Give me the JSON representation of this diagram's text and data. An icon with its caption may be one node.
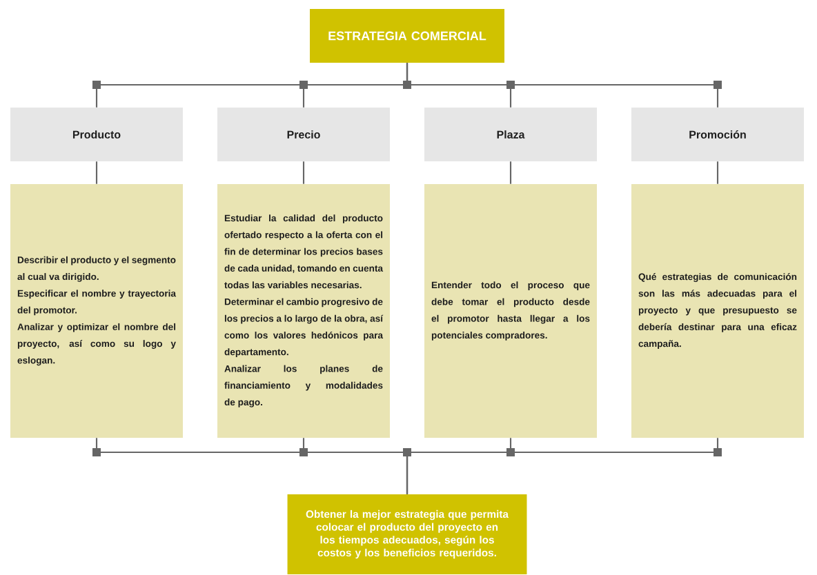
{
  "diagram": {
    "nodes": [
      {
        "text": [
          "ESTRATEGIA COMERCIAL"
        ]
      },
      {
        "text": [
          "Producto"
        ]
      },
      {
        "text": [
          "Precio"
        ]
      },
      {
        "text": [
          "Plaza"
        ]
      },
      {
        "text": [
          "Promoción"
        ]
      },
      {
        "text": [
          "Describir el producto y el segmento al cual va dirigido.",
          "Especificar el nombre y trayectoria del promotor.",
          "Analizar y optimizar el nombre del proyecto, así como su logo y eslogan."
        ]
      },
      {
        "text": [
          "Estudiar la calidad del producto ofertado respecto a la oferta con el fin de determinar los precios bases de cada unidad, tomando en cuenta todas las variables necesarias.",
          "Determinar el cambio progresivo de los precios a lo largo de la obra, así como los valores hedónicos para departamento.",
          "Analizar los planes de financiamiento y modalidades de pago."
        ]
      },
      {
        "text": [
          "Entender todo el proceso que debe tomar el producto desde el promotor hasta llegar a los potenciales compradores."
        ]
      },
      {
        "text": [
          "Qué estrategias de comunicación son las más adecuadas para el proyecto y que presupuesto se debería destinar para una eficaz campaña."
        ]
      },
      {
        "text": [
          "Obtener la mejor estrategia que permita colocar el producto del proyecto en los tiempos adecuados, según los costos y los beneficios requeridos."
        ]
      }
    ],
    "edges": [
      {
        "from": 0,
        "to": 1,
        "arrow": "none"
      },
      {
        "from": 0,
        "to": 2,
        "arrow": "none"
      },
      {
        "from": 0,
        "to": 3,
        "arrow": "none"
      },
      {
        "from": 0,
        "to": 4,
        "arrow": "none"
      },
      {
        "from": 1,
        "to": 5,
        "arrow": "none"
      },
      {
        "from": 2,
        "to": 6,
        "arrow": "none"
      },
      {
        "from": 3,
        "to": 7,
        "arrow": "none"
      },
      {
        "from": 4,
        "to": 8,
        "arrow": "none"
      },
      {
        "from": 5,
        "to": 9,
        "arrow": "none"
      },
      {
        "from": 6,
        "to": 9,
        "arrow": "none"
      },
      {
        "from": 7,
        "to": 9,
        "arrow": "none"
      },
      {
        "from": 8,
        "to": 9,
        "arrow": "none"
      }
    ]
  }
}
